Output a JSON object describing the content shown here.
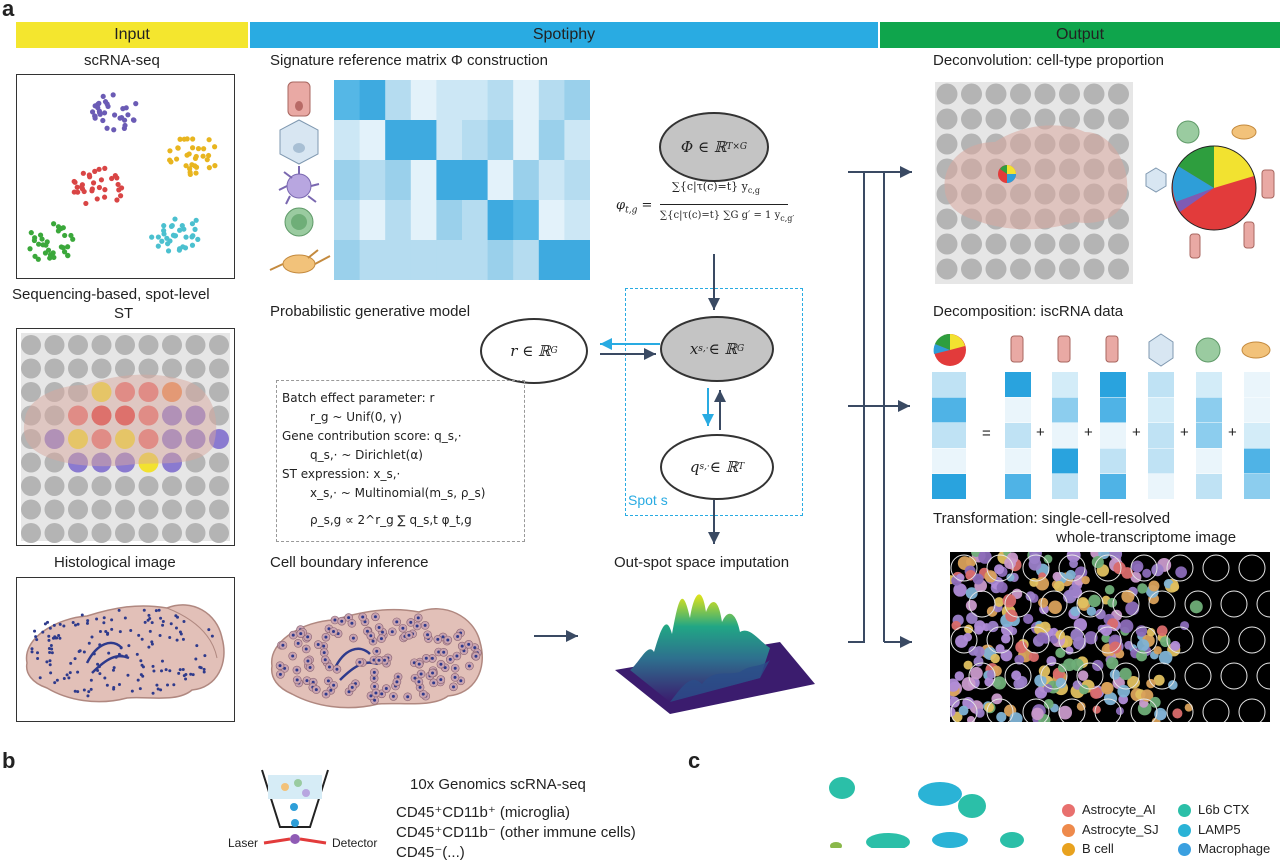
{
  "panel_labels": {
    "a": "a",
    "b": "b",
    "c": "c"
  },
  "header": {
    "input": "Input",
    "spotiphy": "Spotiphy",
    "output": "Output"
  },
  "colors": {
    "input_bar": "#F4E62E",
    "spotiphy_bar": "#29ABE2",
    "output_bar": "#0FA54C",
    "arrow": "#3A4A63",
    "spot_box": "#29ABE2"
  },
  "input": {
    "scrna": "scRNA-seq",
    "st_line1": "Sequencing-based, spot-level",
    "st_line2": "ST",
    "histo": "Histological image"
  },
  "spotiphy": {
    "sig_matrix": "Signature reference matrix Φ construction",
    "gen_model": "Probabilistic generative model",
    "cell_boundary": "Cell boundary inference",
    "out_spot": "Out-spot space imputation",
    "spot_s": "Spot s",
    "phi_node": "Φ ∈ ℝ",
    "phi_sup": "T×G",
    "r_node": "r ∈ ℝ",
    "r_sup": "G",
    "x_node": "x",
    "x_sub": "s,·",
    "x_rest": " ∈ ℝ",
    "x_sup": "G",
    "q_node": "q",
    "q_sub": "s,·",
    "q_rest": " ∈ ℝ",
    "q_sup": "T",
    "phi_formula_lhs": "φ",
    "phi_formula_lhs_sub": "t,g",
    "phi_formula_num": "∑{c|τ(c)=t} y",
    "phi_formula_num_sub": "c,g",
    "phi_formula_den": "∑{c|τ(c)=t} ∑G g′ = 1 y",
    "phi_formula_den_sub": "c,g′",
    "model_lines": [
      "Batch effect parameter: r",
      "r_g ~ Unif(0, γ)",
      "Gene contribution score: q_s,·",
      "q_s,· ~ Dirichlet(α)",
      "ST expression: x_s,·",
      "x_s,· ~ Multinomial(m_s, ρ_s)",
      "ρ_s,g ∝ 2^r_g ∑ q_s,t φ_t,g"
    ]
  },
  "output": {
    "deconv": "Deconvolution: cell-type proportion",
    "decomp": "Decomposition: iscRNA data",
    "transform_line1": "Transformation: single-cell-resolved",
    "transform_line2": "whole-transcriptome image",
    "eq": "=",
    "plus": "+"
  },
  "panel_b": {
    "header": "10x Genomics scRNA-seq",
    "line1": "CD45⁺CD11b⁺ (microglia)",
    "line2": "CD45⁺CD11b⁻ (other immune cells)",
    "line3": "CD45⁻(...)",
    "laser": "Laser",
    "detector": "Detector"
  },
  "panel_c": {
    "legend": [
      {
        "name": "Astrocyte_AI",
        "color": "#E8706E"
      },
      {
        "name": "Astrocyte_SJ",
        "color": "#EE8A4C"
      },
      {
        "name": "B cell",
        "color": "#E8A21F"
      },
      {
        "name": "L6b CTX",
        "color": "#2BBFA8"
      },
      {
        "name": "LAMP5",
        "color": "#2AB3D6"
      },
      {
        "name": "Macrophage",
        "color": "#3AA0E0"
      }
    ]
  }
}
